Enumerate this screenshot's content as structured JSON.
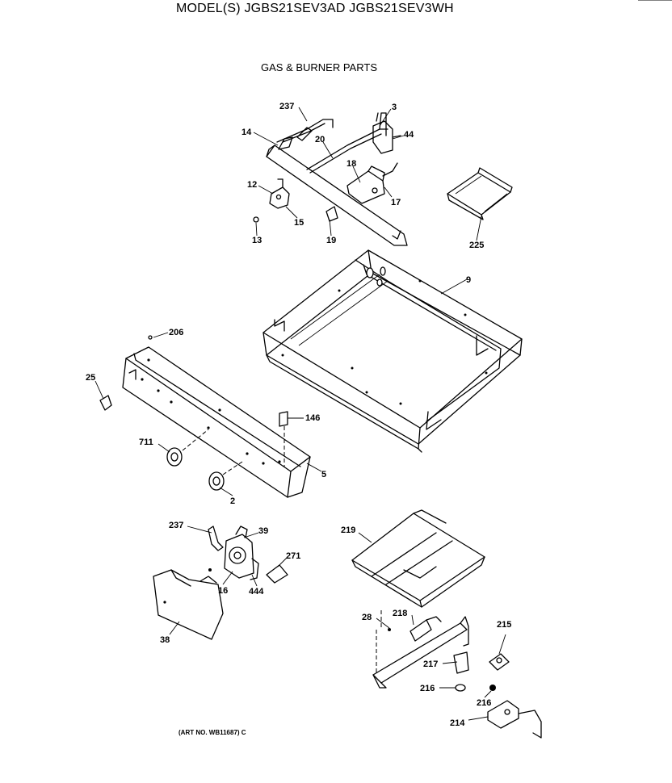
{
  "header": {
    "model": "MODEL(S) JGBS21SEV3AD  JGBS21SEV3WH"
  },
  "title": "GAS & BURNER PARTS",
  "footer": {
    "art_no": "(ART NO. WB11687) C"
  },
  "callouts": {
    "c237a": "237",
    "c3": "3",
    "c14": "14",
    "c20": "20",
    "c44": "44",
    "c18": "18",
    "c17": "17",
    "c12": "12",
    "c15": "15",
    "c13": "13",
    "c19": "19",
    "c225": "225",
    "c9": "9",
    "c206": "206",
    "c25": "25",
    "c146": "146",
    "c711": "711",
    "c5": "5",
    "c2": "2",
    "c237b": "237",
    "c39": "39",
    "c271": "271",
    "c16": "16",
    "c444": "444",
    "c38": "38",
    "c219": "219",
    "c28": "28",
    "c218": "218",
    "c215": "215",
    "c217": "217",
    "c216a": "216",
    "c216b": "216",
    "c214": "214"
  }
}
